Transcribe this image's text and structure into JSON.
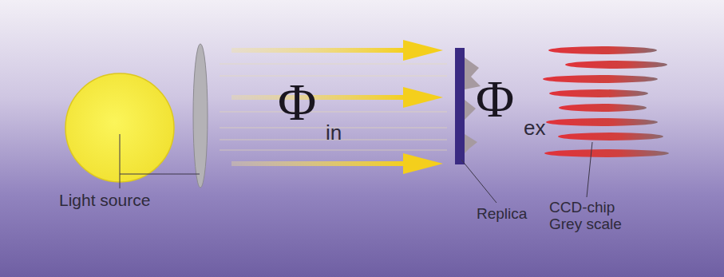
{
  "diagram": {
    "labels": [
      "Light source",
      "Φ",
      "in",
      "Φ",
      "ex",
      "Replica",
      "CCD-chip Grey scale"
    ]
  }
}
